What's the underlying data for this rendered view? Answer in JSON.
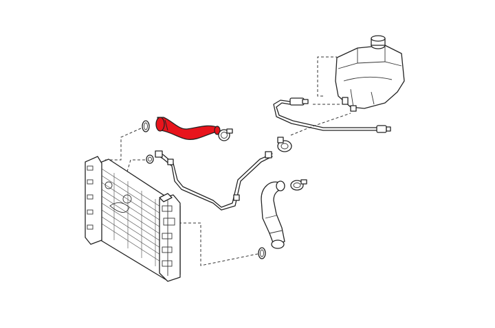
{
  "diagram": {
    "highlight_color": "#e8141c",
    "line_color": "#222222",
    "background": "#ffffff",
    "parts": [
      "radiator",
      "upper-radiator-hose",
      "lower-radiator-hose",
      "coolant-expansion-tank",
      "expansion-tank-cap",
      "vent-line",
      "overflow-line",
      "hose-clamp",
      "o-ring-seal"
    ]
  }
}
